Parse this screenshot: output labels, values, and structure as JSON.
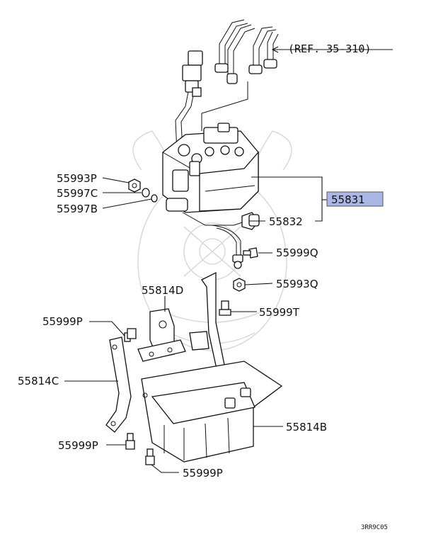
{
  "reference": "(REF. 35-310)",
  "image_code": "3RR9C05",
  "highlight_color": "#a9b6e6",
  "callouts": {
    "p55993P_a": "55993P",
    "p55997C": "55997C",
    "p55997B": "55997B",
    "p55831": "55831",
    "p55832": "55832",
    "p55999Q": "55999Q",
    "p55993Q": "55993Q",
    "p55814D": "55814D",
    "p55999T": "55999T",
    "p55999P_a": "55999P",
    "p55814C": "55814C",
    "p55814B": "55814B",
    "p55999P_b": "55999P",
    "p55999P_c": "55999P"
  }
}
